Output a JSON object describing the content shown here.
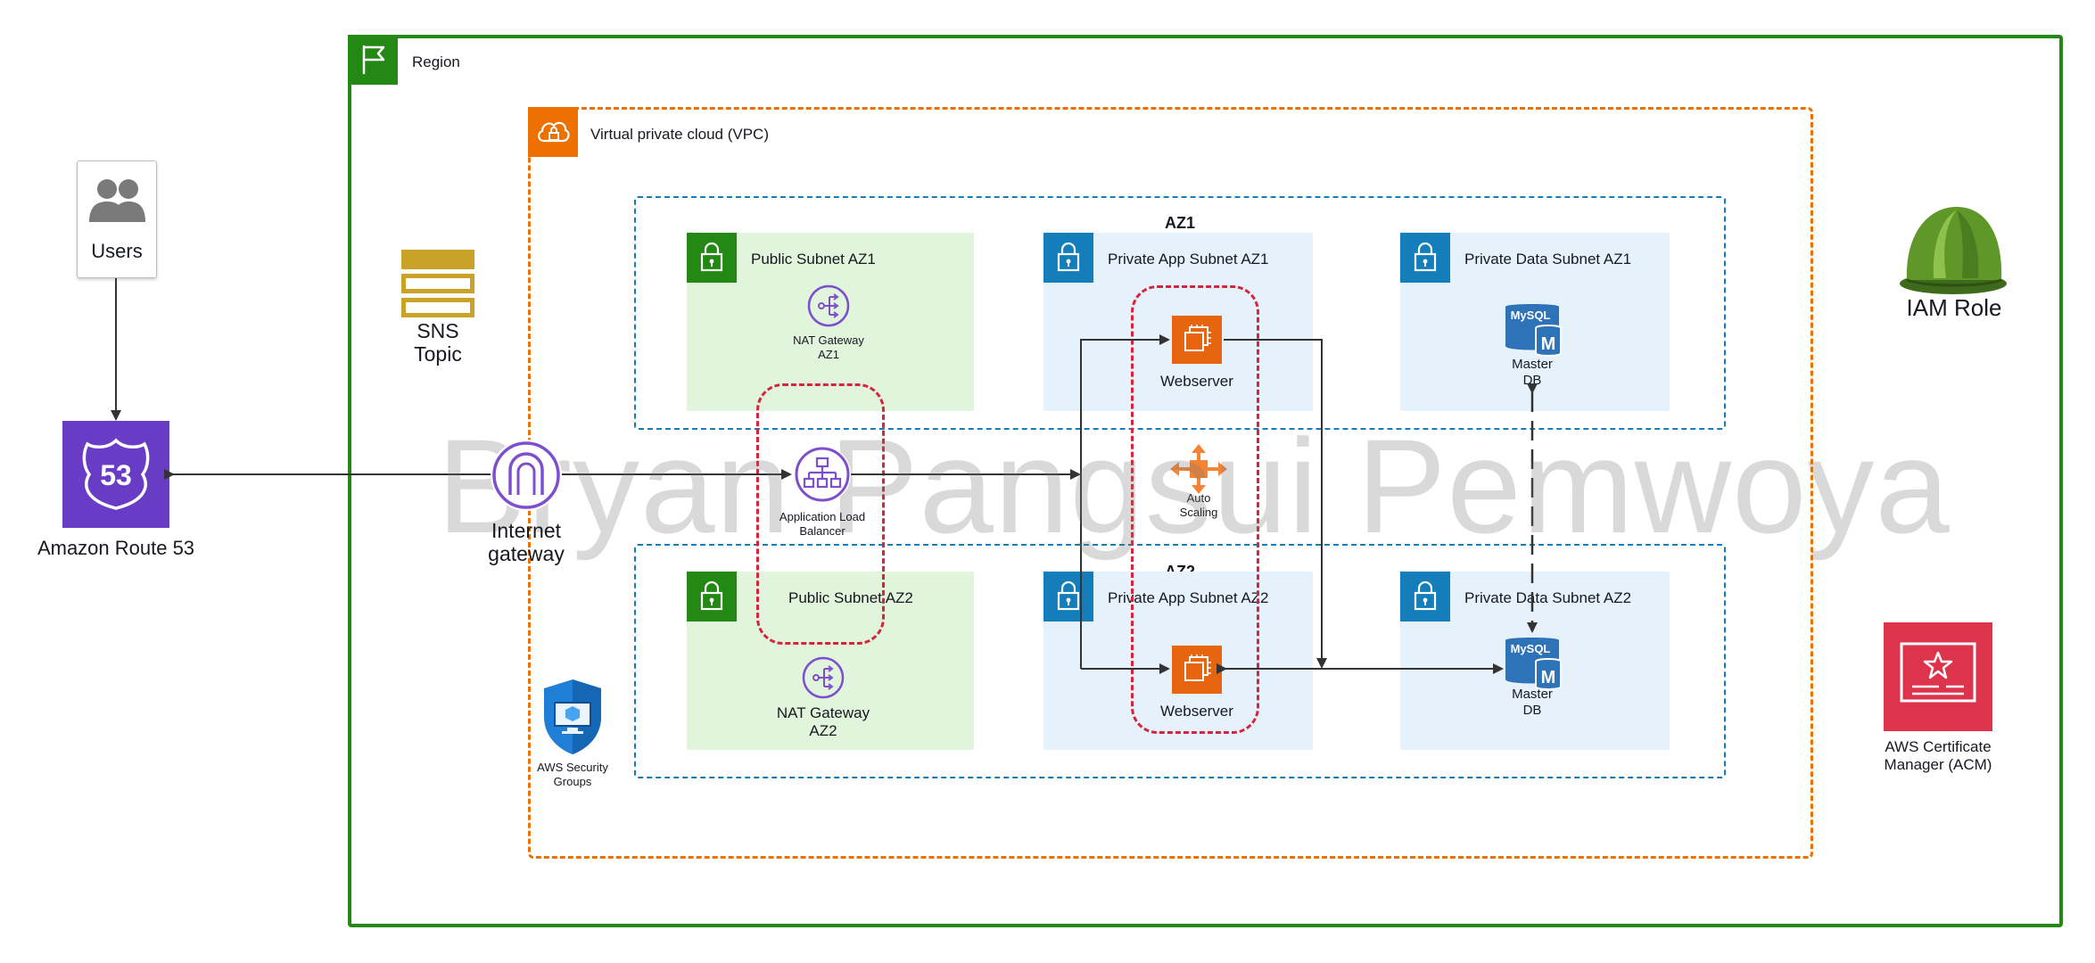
{
  "users": {
    "label": "Users"
  },
  "route53": {
    "label": "Amazon Route 53"
  },
  "region": {
    "label": "Region"
  },
  "vpc": {
    "label": "Virtual private cloud (VPC)"
  },
  "sns": {
    "label_line1": "SNS",
    "label_line2": "Topic"
  },
  "internet_gateway": {
    "label_line1": "Internet",
    "label_line2": "gateway"
  },
  "security_groups": {
    "label_line1": "AWS Security",
    "label_line2": "Groups"
  },
  "az1": {
    "label": "AZ1"
  },
  "az2": {
    "label": "AZ2"
  },
  "subnets": {
    "public_az1": "Public Subnet AZ1",
    "private_app_az1": "Private App Subnet AZ1",
    "private_data_az1": "Private Data Subnet AZ1",
    "public_az2": "Public Subnet AZ2",
    "private_app_az2": "Private App Subnet AZ2",
    "private_data_az2": "Private Data Subnet AZ2"
  },
  "nat_az1": {
    "label_line1": "NAT Gateway",
    "label_line2": "AZ1"
  },
  "nat_az2": {
    "label_line1": "NAT Gateway",
    "label_line2": "AZ2"
  },
  "alb": {
    "label_line1": "Application Load",
    "label_line2": "Balancer"
  },
  "webserver_az1": {
    "label": "Webserver"
  },
  "webserver_az2": {
    "label": "Webserver"
  },
  "auto_scaling": {
    "label_line1": "Auto",
    "label_line2": "Scaling"
  },
  "db_az1": {
    "label_line1": "Master",
    "label_line2": "DB",
    "badge": "MySQL",
    "letter": "M"
  },
  "db_az2": {
    "label_line1": "Master",
    "label_line2": "DB",
    "badge": "MySQL",
    "letter": "M"
  },
  "iam": {
    "label": "IAM Role"
  },
  "acm": {
    "label_line1": "AWS Certificate",
    "label_line2": "Manager (ACM)"
  },
  "watermark": {
    "text": "Bryan Pangsui Pemwoya"
  },
  "colors": {
    "region_green": "#248814",
    "vpc_orange": "#ed7100",
    "az_blue": "#147eba",
    "route53_purple": "#693cc5",
    "acm_red": "#dd344c",
    "compute_orange": "#e7650f",
    "public_subnet_fill": "#e1f5dc",
    "private_subnet_fill": "#e6f2fb"
  },
  "icons": {
    "users": "users-icon",
    "route53": "route53-shield-icon",
    "region": "flag-icon",
    "vpc": "cloud-lock-icon",
    "subnet": "padlock-icon",
    "nat": "nat-gateway-icon",
    "alb": "load-balancer-icon",
    "ec2": "ec2-instance-icon",
    "auto_scaling": "auto-scaling-icon",
    "mysql": "mysql-database-icon",
    "sns": "sns-topic-icon",
    "internet_gateway": "internet-gateway-icon",
    "security_groups": "security-group-shield-icon",
    "iam": "hard-hat-icon",
    "acm": "certificate-icon"
  }
}
